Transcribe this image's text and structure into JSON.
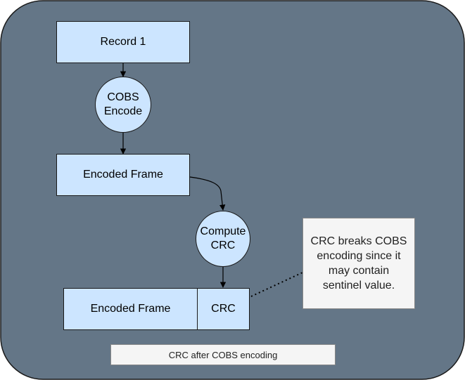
{
  "colors": {
    "container_fill": "#647687",
    "node_fill": "#cce5ff",
    "node_stroke": "#1a1a1a",
    "note_fill": "#f5f5f5"
  },
  "nodes": {
    "record": "Record 1",
    "cobs_encode": [
      "COBS",
      "Encode"
    ],
    "encoded_frame": "Encoded Frame",
    "compute_crc": [
      "Compute",
      "CRC"
    ],
    "final_encoded_frame": "Encoded Frame",
    "final_crc": "CRC"
  },
  "note": [
    "CRC breaks COBS",
    "encoding since it",
    "may contain",
    "sentinel value."
  ],
  "caption": "CRC after COBS encoding"
}
